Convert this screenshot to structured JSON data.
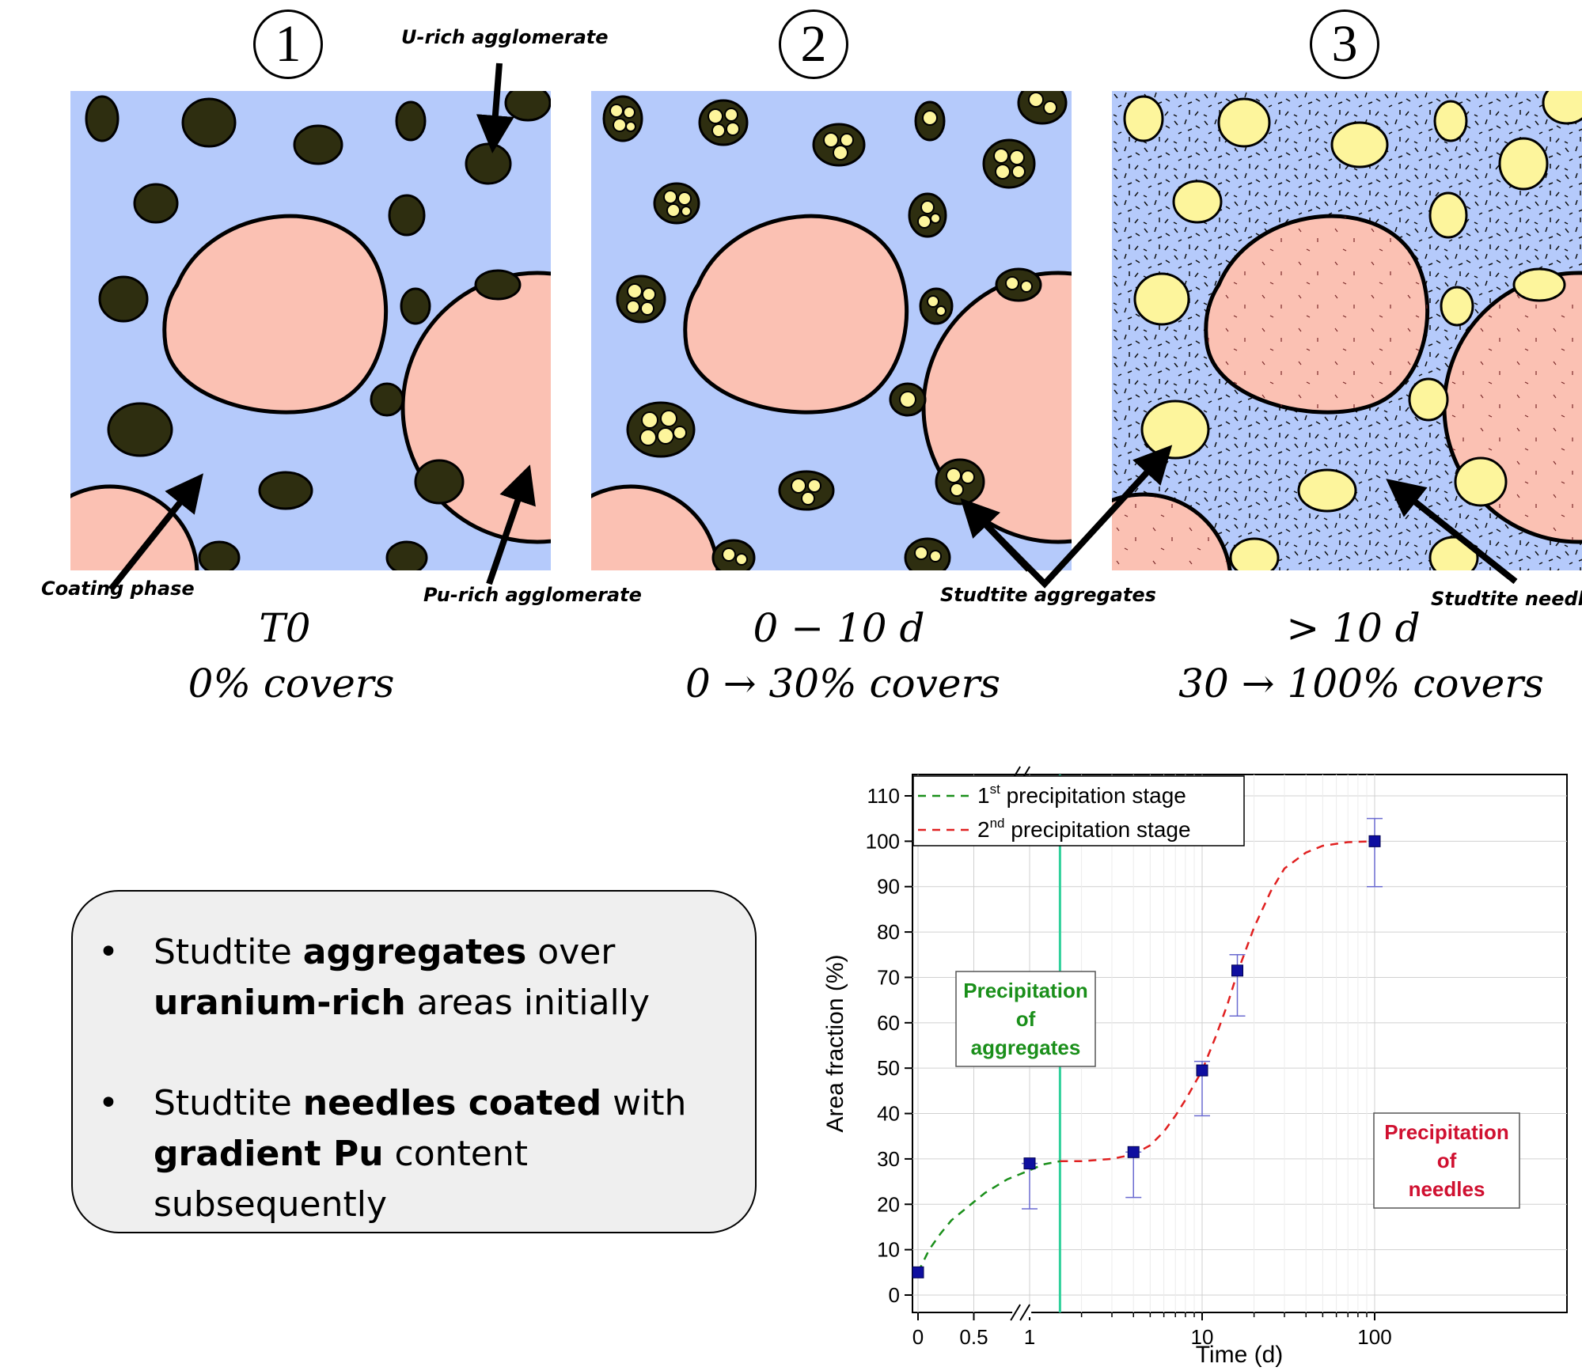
{
  "stages": [
    {
      "number": "1",
      "time": "T0",
      "coverage": "0%  covers"
    },
    {
      "number": "2",
      "time": "0  − 10 d",
      "coverage": "0 → 30% covers"
    },
    {
      "number": "3",
      "time": "> 10 d",
      "coverage": "30 → 100% covers"
    }
  ],
  "callouts": {
    "u_rich": "U-rich agglomerate",
    "coating": "Coating phase",
    "pu_rich": "Pu-rich agglomerate",
    "aggregates": "Studtite aggregates",
    "needles": "Studtite needles"
  },
  "colors": {
    "matrix": "#b5cafb",
    "pu_rich": "#fbc1b3",
    "u_rich": "#2e2e10",
    "studtite": "#fdf59c",
    "stage1_line": "#1a8f1a",
    "stage2_line": "#e02020",
    "marker": "#0f0fa0",
    "divider": "#2fd09a"
  },
  "summary": {
    "bullets": [
      {
        "parts": [
          {
            "text": "Studtite ",
            "bold": false
          },
          {
            "text": "aggregates",
            "bold": true
          },
          {
            "text": " over ",
            "bold": false
          },
          {
            "text": "uranium-rich",
            "bold": true
          },
          {
            "text": " areas initially",
            "bold": false
          }
        ]
      },
      {
        "parts": [
          {
            "text": "Studtite ",
            "bold": false
          },
          {
            "text": "needles coated",
            "bold": true
          },
          {
            "text": " with ",
            "bold": false
          },
          {
            "text": "gradient Pu",
            "bold": true
          },
          {
            "text": " content subsequently",
            "bold": false
          }
        ]
      }
    ]
  },
  "chart_data": {
    "type": "scatter",
    "xlabel": "Time (d)",
    "ylabel": "Area fraction (%)",
    "ylim": [
      0,
      110
    ],
    "y_ticks": [
      0,
      10,
      20,
      30,
      40,
      50,
      60,
      70,
      80,
      90,
      100,
      110
    ],
    "x_scale": "linear 0–1 (broken axis), then log 1–100",
    "x_tick_labels": [
      "0",
      "0.5",
      "1",
      "10",
      "100"
    ],
    "x_tick_values": [
      0,
      0.5,
      1,
      10,
      100
    ],
    "series": [
      {
        "kind": "points",
        "x": [
          0,
          1,
          4,
          10,
          16,
          100
        ],
        "y": [
          5,
          29,
          31.5,
          49.5,
          71.5,
          100
        ],
        "err_low": [
          5,
          19,
          21.5,
          39.5,
          61.5,
          90
        ],
        "err_high": [
          5,
          29,
          31.5,
          51.5,
          75,
          105
        ]
      },
      {
        "kind": "fit",
        "name": "1st precipitation stage",
        "name_sup": "st",
        "x": [
          0,
          0.1,
          0.2,
          0.3,
          0.4,
          0.5,
          0.6,
          0.7,
          0.8,
          0.9,
          1.0,
          1.2,
          1.5
        ],
        "y": [
          5,
          10,
          13.5,
          16.5,
          18.5,
          20.5,
          22.5,
          24,
          25.5,
          26.5,
          27.5,
          28.8,
          29.5
        ]
      },
      {
        "kind": "fit",
        "name": "2nd precipitation stage",
        "name_sup": "nd",
        "x": [
          1.5,
          2,
          3,
          4,
          5,
          6,
          7,
          8,
          10,
          12,
          14,
          16,
          20,
          25,
          30,
          40,
          50,
          70,
          100
        ],
        "y": [
          29.5,
          29.5,
          30,
          31,
          33,
          36,
          39.5,
          43,
          49.5,
          57,
          64,
          71,
          81,
          89,
          94,
          97.5,
          99,
          99.8,
          100
        ]
      }
    ],
    "divider_x": 1.5,
    "legend": "top-left",
    "annotations": [
      {
        "lines": [
          "Precipitation",
          "of",
          "aggregates"
        ],
        "color": "#1a8f1a"
      },
      {
        "lines": [
          "Precipitation",
          "of",
          "needles"
        ],
        "color": "#d01030"
      }
    ],
    "grid": true
  }
}
